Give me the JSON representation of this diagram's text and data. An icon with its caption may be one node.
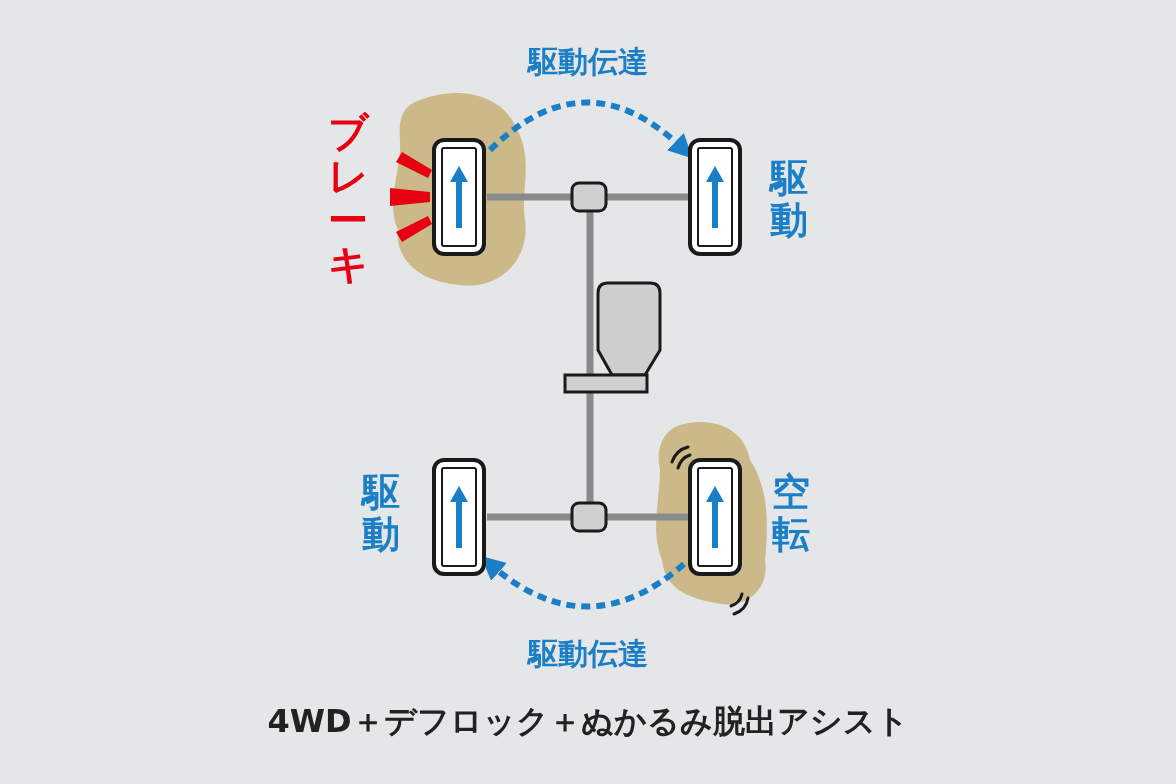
{
  "diagram": {
    "caption": "4WD＋デフロック＋ぬかるみ脱出アシスト",
    "nodes": [
      {
        "text": [],
        "shape": "box",
        "beside": [
          "ブレーキ"
        ]
      },
      {
        "text": [],
        "shape": "box",
        "beside": [
          "駆動"
        ]
      },
      {
        "text": [],
        "shape": "box",
        "beside": [
          "駆動"
        ]
      },
      {
        "text": [],
        "shape": "box",
        "beside": [
          "空転"
        ]
      }
    ],
    "edges": [
      {
        "from": 0,
        "to": 1,
        "arrow": "to",
        "label": "駆動伝達",
        "style": "dashed"
      },
      {
        "from": 3,
        "to": 2,
        "arrow": "to",
        "label": "駆動伝達",
        "style": "dashed"
      }
    ]
  }
}
